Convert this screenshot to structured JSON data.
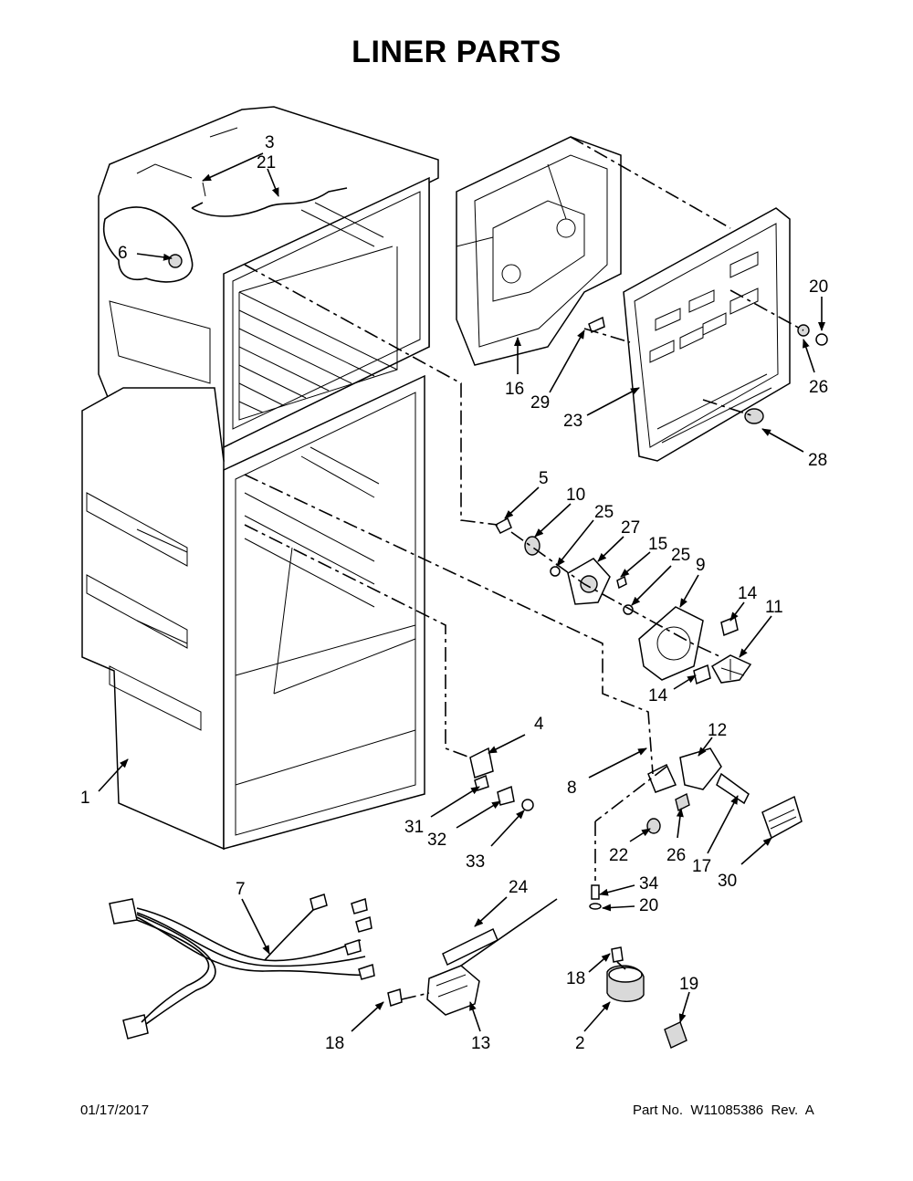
{
  "title": "LINER PARTS",
  "footer": {
    "date": "01/17/2017",
    "part_info": "Part No.  W11085386  Rev.  A"
  },
  "callouts": [
    {
      "id": "c3",
      "label": "3"
    },
    {
      "id": "c21",
      "label": "21"
    },
    {
      "id": "c6",
      "label": "6"
    },
    {
      "id": "c16",
      "label": "16"
    },
    {
      "id": "c29",
      "label": "29"
    },
    {
      "id": "c23",
      "label": "23"
    },
    {
      "id": "c20a",
      "label": "20"
    },
    {
      "id": "c26a",
      "label": "26"
    },
    {
      "id": "c28",
      "label": "28"
    },
    {
      "id": "c5",
      "label": "5"
    },
    {
      "id": "c10",
      "label": "10"
    },
    {
      "id": "c25a",
      "label": "25"
    },
    {
      "id": "c27",
      "label": "27"
    },
    {
      "id": "c15",
      "label": "15"
    },
    {
      "id": "c25b",
      "label": "25"
    },
    {
      "id": "c9",
      "label": "9"
    },
    {
      "id": "c14a",
      "label": "14"
    },
    {
      "id": "c11",
      "label": "11"
    },
    {
      "id": "c14b",
      "label": "14"
    },
    {
      "id": "c4",
      "label": "4"
    },
    {
      "id": "c12",
      "label": "12"
    },
    {
      "id": "c8",
      "label": "8"
    },
    {
      "id": "c1",
      "label": "1"
    },
    {
      "id": "c31",
      "label": "31"
    },
    {
      "id": "c32",
      "label": "32"
    },
    {
      "id": "c33",
      "label": "33"
    },
    {
      "id": "c22",
      "label": "22"
    },
    {
      "id": "c26b",
      "label": "26"
    },
    {
      "id": "c17",
      "label": "17"
    },
    {
      "id": "c30",
      "label": "30"
    },
    {
      "id": "c34",
      "label": "34"
    },
    {
      "id": "c20b",
      "label": "20"
    },
    {
      "id": "c7",
      "label": "7"
    },
    {
      "id": "c24",
      "label": "24"
    },
    {
      "id": "c18a",
      "label": "18"
    },
    {
      "id": "c19",
      "label": "19"
    },
    {
      "id": "c18b",
      "label": "18"
    },
    {
      "id": "c13",
      "label": "13"
    },
    {
      "id": "c2",
      "label": "2"
    }
  ]
}
